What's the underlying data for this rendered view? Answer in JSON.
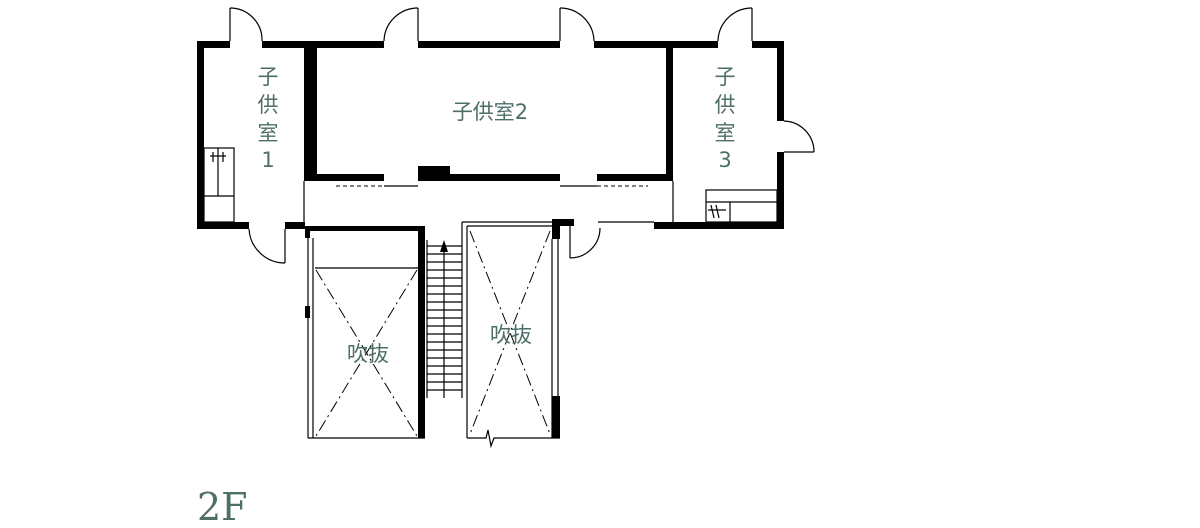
{
  "rooms": {
    "kids_room_1": {
      "chars": [
        "子",
        "供",
        "室",
        "1"
      ]
    },
    "kids_room_2": {
      "label": "子供室2"
    },
    "kids_room_3": {
      "chars": [
        "子",
        "供",
        "室",
        "3"
      ]
    },
    "void_left": {
      "label": "吹抜"
    },
    "void_right": {
      "label": "吹抜"
    }
  },
  "floor": {
    "label": "2F"
  },
  "colors": {
    "label_text": "#4e6e68",
    "walls": "#000000",
    "background": "#ffffff"
  }
}
